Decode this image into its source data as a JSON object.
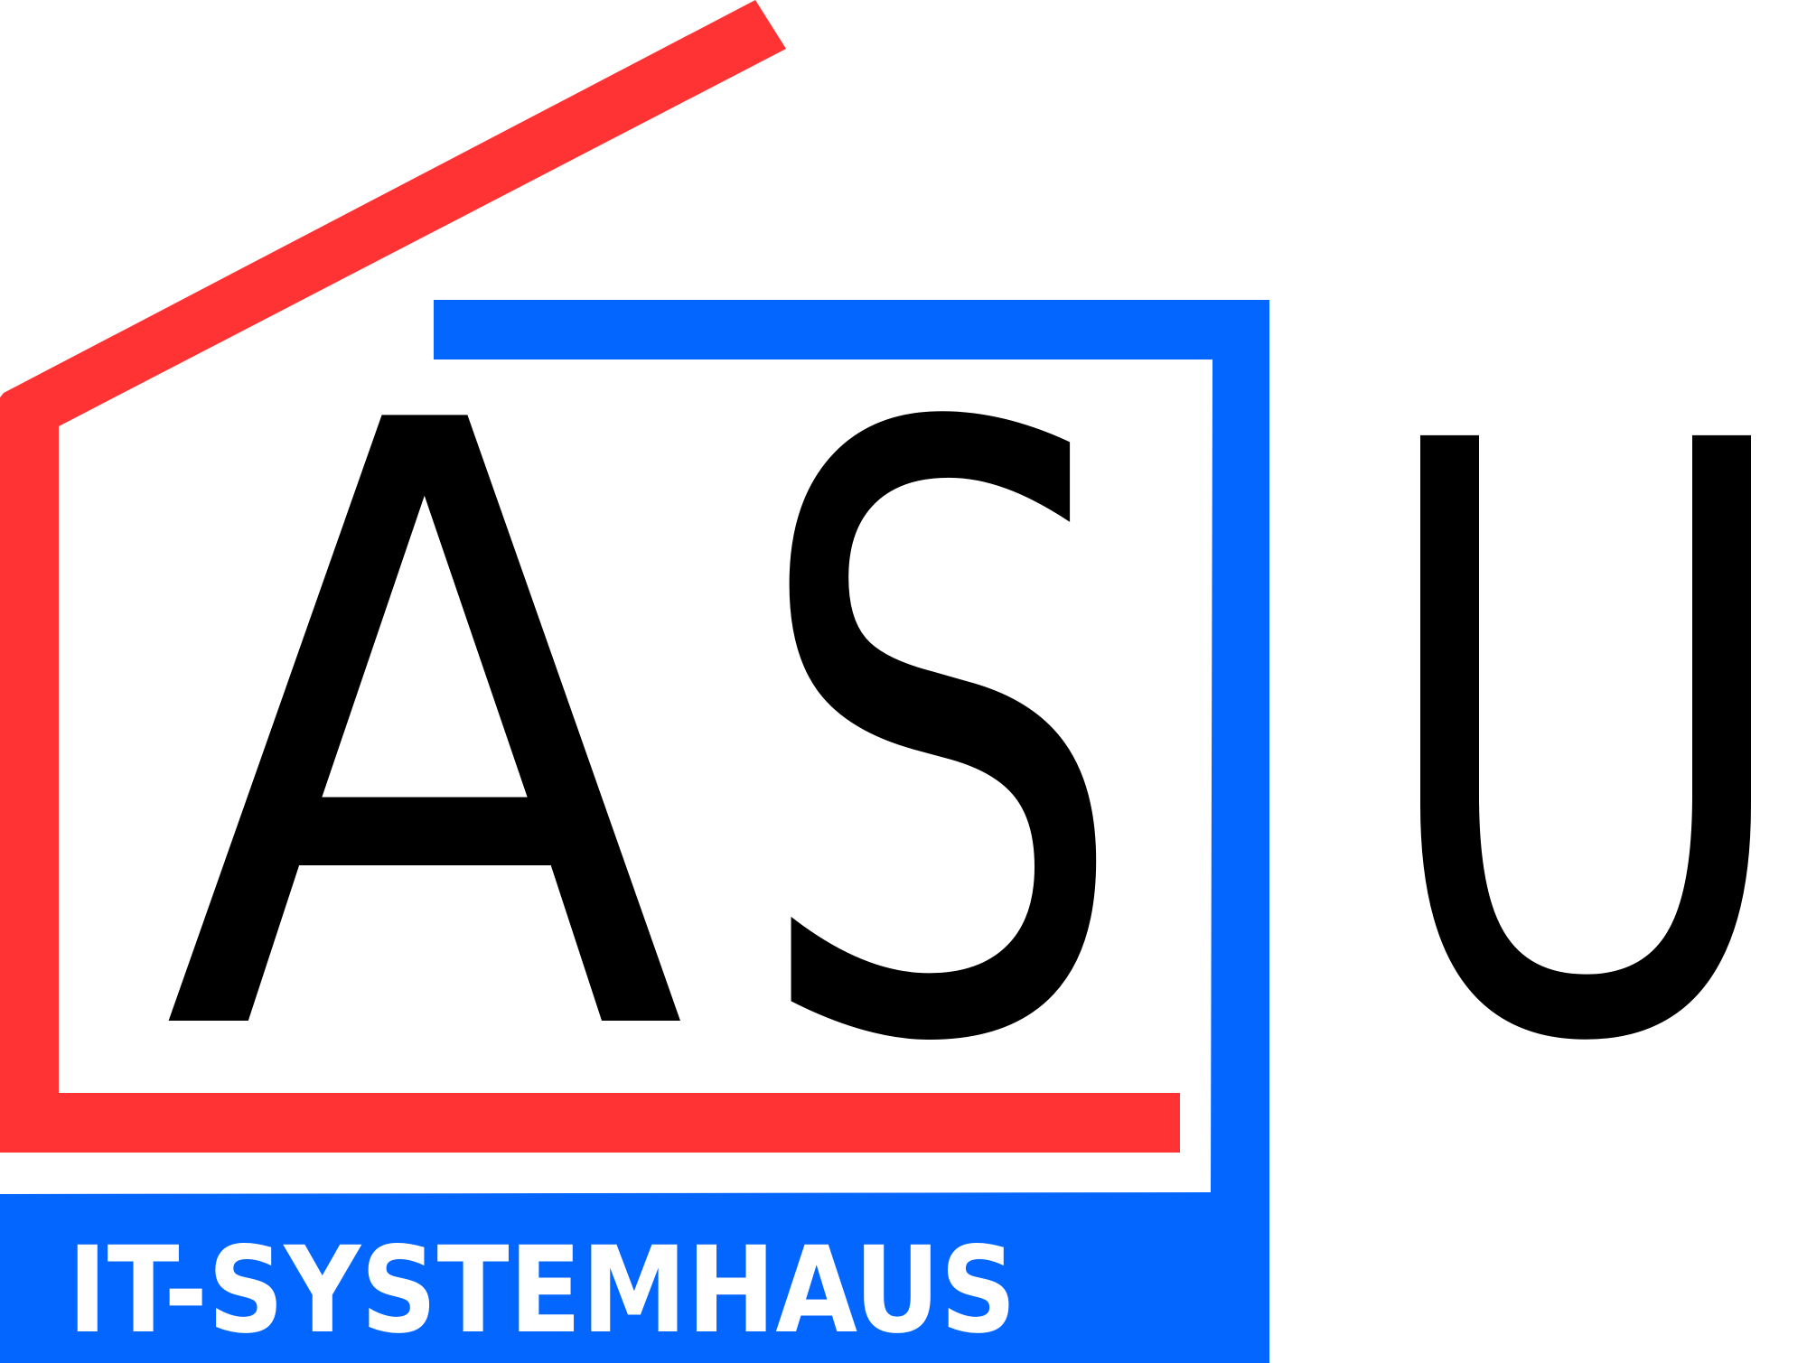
{
  "logo": {
    "letters": {
      "a": "A",
      "s": "S",
      "u": "U"
    },
    "tagline": "IT-SYSTEMHAUS"
  },
  "colors": {
    "roof_red": "#FF3333",
    "frame_blue": "#0366FF",
    "letter_black": "#000000",
    "background": "#FFFFFF",
    "tagline_white": "#FFFFFF"
  }
}
